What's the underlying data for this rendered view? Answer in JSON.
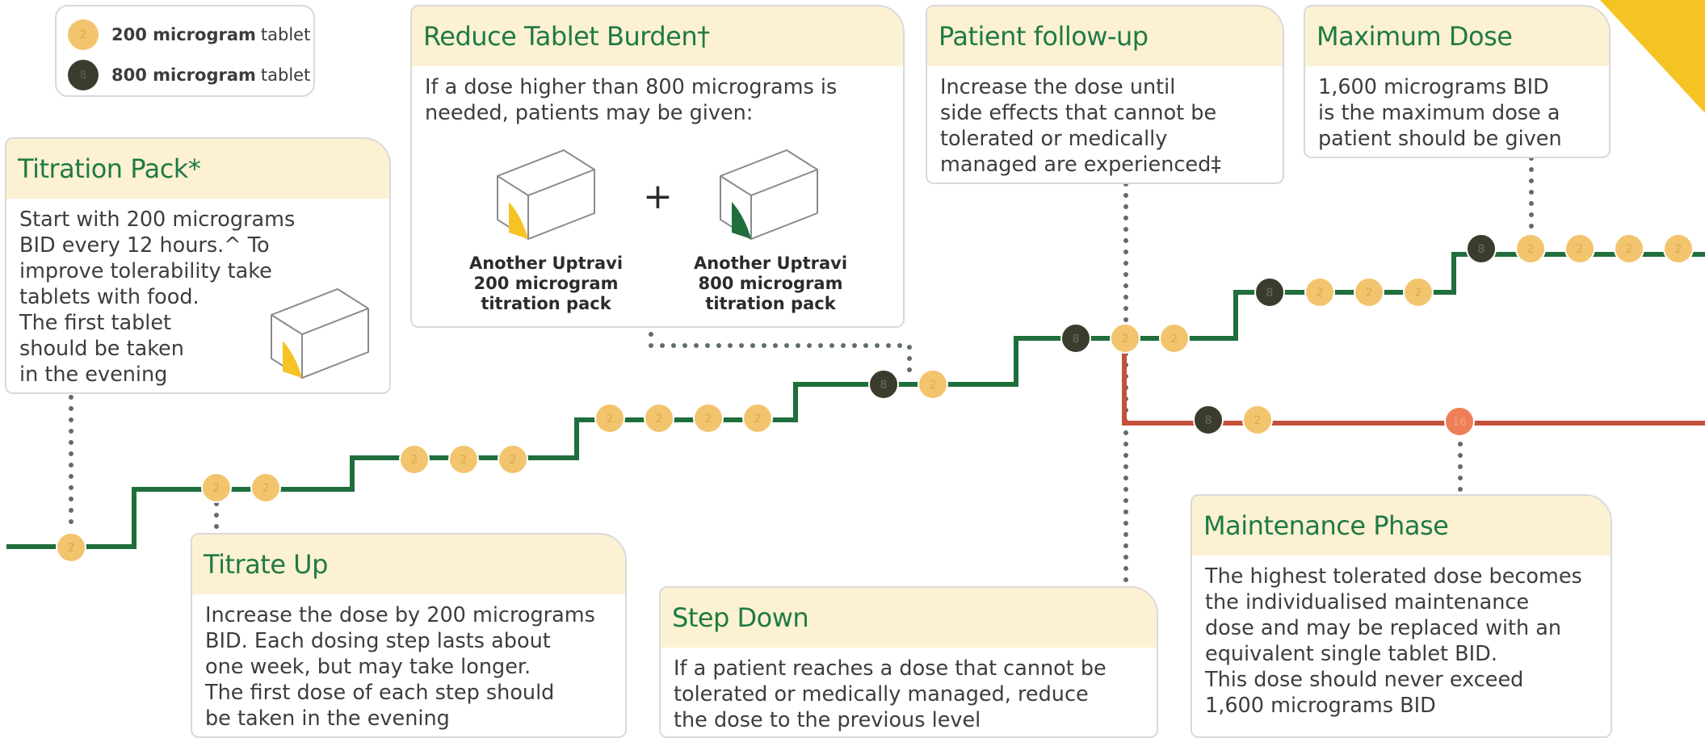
{
  "legend": {
    "tablet_200": {
      "strength": "200 microgram",
      "word": "tablet",
      "mark": "2",
      "color": "#f3c46e"
    },
    "tablet_800": {
      "strength": "800 microgram",
      "word": "tablet",
      "mark": "8",
      "color": "#3a3d2e"
    }
  },
  "titration_pack": {
    "title": "Titration Pack*",
    "lines": [
      "Start with 200 micrograms",
      "BID every 12 hours.^ To",
      "improve tolerability take",
      "tablets with food.",
      "The first tablet",
      "should be taken",
      "in the evening"
    ]
  },
  "reduce_burden": {
    "title": "Reduce Tablet Burden†",
    "lines": [
      "If a dose higher than 800 micrograms is",
      "needed, patients may be given:"
    ],
    "plus": "+",
    "pack_200": [
      "Another Uptravi",
      "200 microgram",
      "titration pack"
    ],
    "pack_800": [
      "Another Uptravi",
      "800 microgram",
      "titration pack"
    ]
  },
  "patient_follow_up": {
    "title": "Patient follow-up",
    "lines": [
      "Increase the dose until",
      "side effects that cannot be",
      "tolerated or medically",
      "managed are experienced‡"
    ]
  },
  "maximum_dose": {
    "title": "Maximum Dose",
    "lines": [
      "1,600 micrograms BID",
      "is the maximum dose a",
      "patient should be given"
    ]
  },
  "titrate_up": {
    "title": "Titrate Up",
    "lines": [
      "Increase the dose by 200 micrograms",
      "BID. Each dosing step lasts about",
      "one week, but may take longer.",
      "The first dose of each step should",
      "be taken in the evening"
    ]
  },
  "step_down": {
    "title": "Step Down",
    "lines": [
      "If a patient reaches a dose that cannot be",
      "tolerated or medically managed, reduce",
      "the dose to the previous level"
    ]
  },
  "maintenance": {
    "title": "Maintenance Phase",
    "lines": [
      "The highest tolerated dose becomes",
      "the individualised maintenance",
      "dose and may be replaced with an",
      "equivalent single tablet BID.",
      "This dose should never exceed",
      "1,600 micrograms BID"
    ]
  },
  "colors": {
    "up_line": "#1f6e3c",
    "down_line": "#c4513a",
    "dots": "#5f6b6e",
    "brand_accent": "#f6c324",
    "tablet_1600": "#ef7f57"
  },
  "tablet_1600_mark": "16"
}
